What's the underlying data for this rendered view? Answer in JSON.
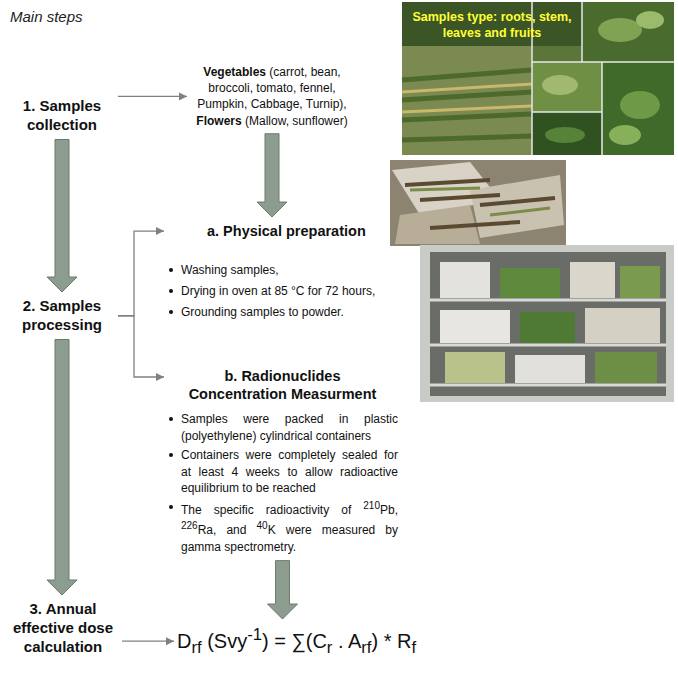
{
  "diagram": {
    "nodes": [
      {
        "text": [
          "1. Samples collection"
        ]
      },
      {
        "text": [
          "Vegetables (carrot, bean, broccoli, tomato, fennel, Pumpkin, Cabbage, Turnip), Flowers (Mallow, sunflower)"
        ]
      },
      {
        "text": [
          "2. Samples processing"
        ]
      },
      {
        "text": [
          "a. Physical preparation",
          "Washing samples,",
          "Drying in oven at 85 °C for 72 hours,",
          "Grounding samples to powder."
        ]
      },
      {
        "text": [
          "b. Radionuclides Concentration Measurment",
          "Samples were packed in plastic (polyethylene) cylindrical containers",
          "Containers were completely sealed for at least 4 weeks to allow radioactive equilibrium to be reached",
          "The specific radioactivity of 210Pb, 226Ra, and 40K were measured by gamma spectrometry."
        ]
      },
      {
        "text": [
          "3. Annual effective dose calculation"
        ]
      },
      {
        "text": [
          "Drf (Svy-1) = ∑(Cr . Arf) * Rf"
        ]
      }
    ],
    "edges": [
      {
        "from": 0,
        "to": 1,
        "arrow": "to"
      },
      {
        "from": 0,
        "to": 2,
        "arrow": "to"
      },
      {
        "from": 1,
        "to": 3,
        "arrow": "to"
      },
      {
        "from": 2,
        "to": 3,
        "arrow": "to"
      },
      {
        "from": 2,
        "to": 4,
        "arrow": "to"
      },
      {
        "from": 2,
        "to": 5,
        "arrow": "to"
      },
      {
        "from": 4,
        "to": 6,
        "arrow": "to"
      },
      {
        "from": 5,
        "to": 6,
        "arrow": "to"
      }
    ],
    "labels": [
      "Main steps",
      "Samples type: roots, stem, leaves and fruits"
    ]
  }
}
